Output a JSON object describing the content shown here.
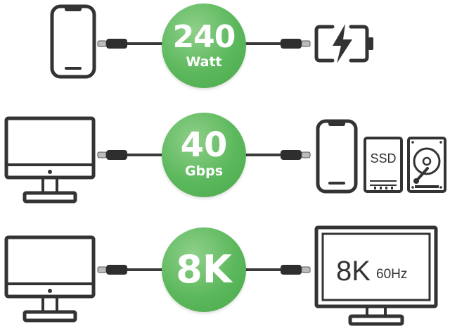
{
  "rows": [
    {
      "badge_value": "240",
      "badge_unit": "Watt",
      "source_icon": "smartphone-icon",
      "target_icons": [
        "battery-charging-icon"
      ]
    },
    {
      "badge_value": "40",
      "badge_unit": "Gbps",
      "source_icon": "monitor-icon",
      "target_icons": [
        "smartphone-icon",
        "ssd-icon",
        "hard-drive-icon"
      ],
      "ssd_label": "SSD"
    },
    {
      "badge_value": "8K",
      "badge_unit": "",
      "source_icon": "monitor-icon",
      "target_icons": [
        "display-icon"
      ],
      "display_text_main": "8K",
      "display_text_sub": "60Hz"
    }
  ],
  "colors": {
    "badge_green": "#5cb85c",
    "icon_dark": "#333333",
    "cable": "#3a3a3a"
  }
}
